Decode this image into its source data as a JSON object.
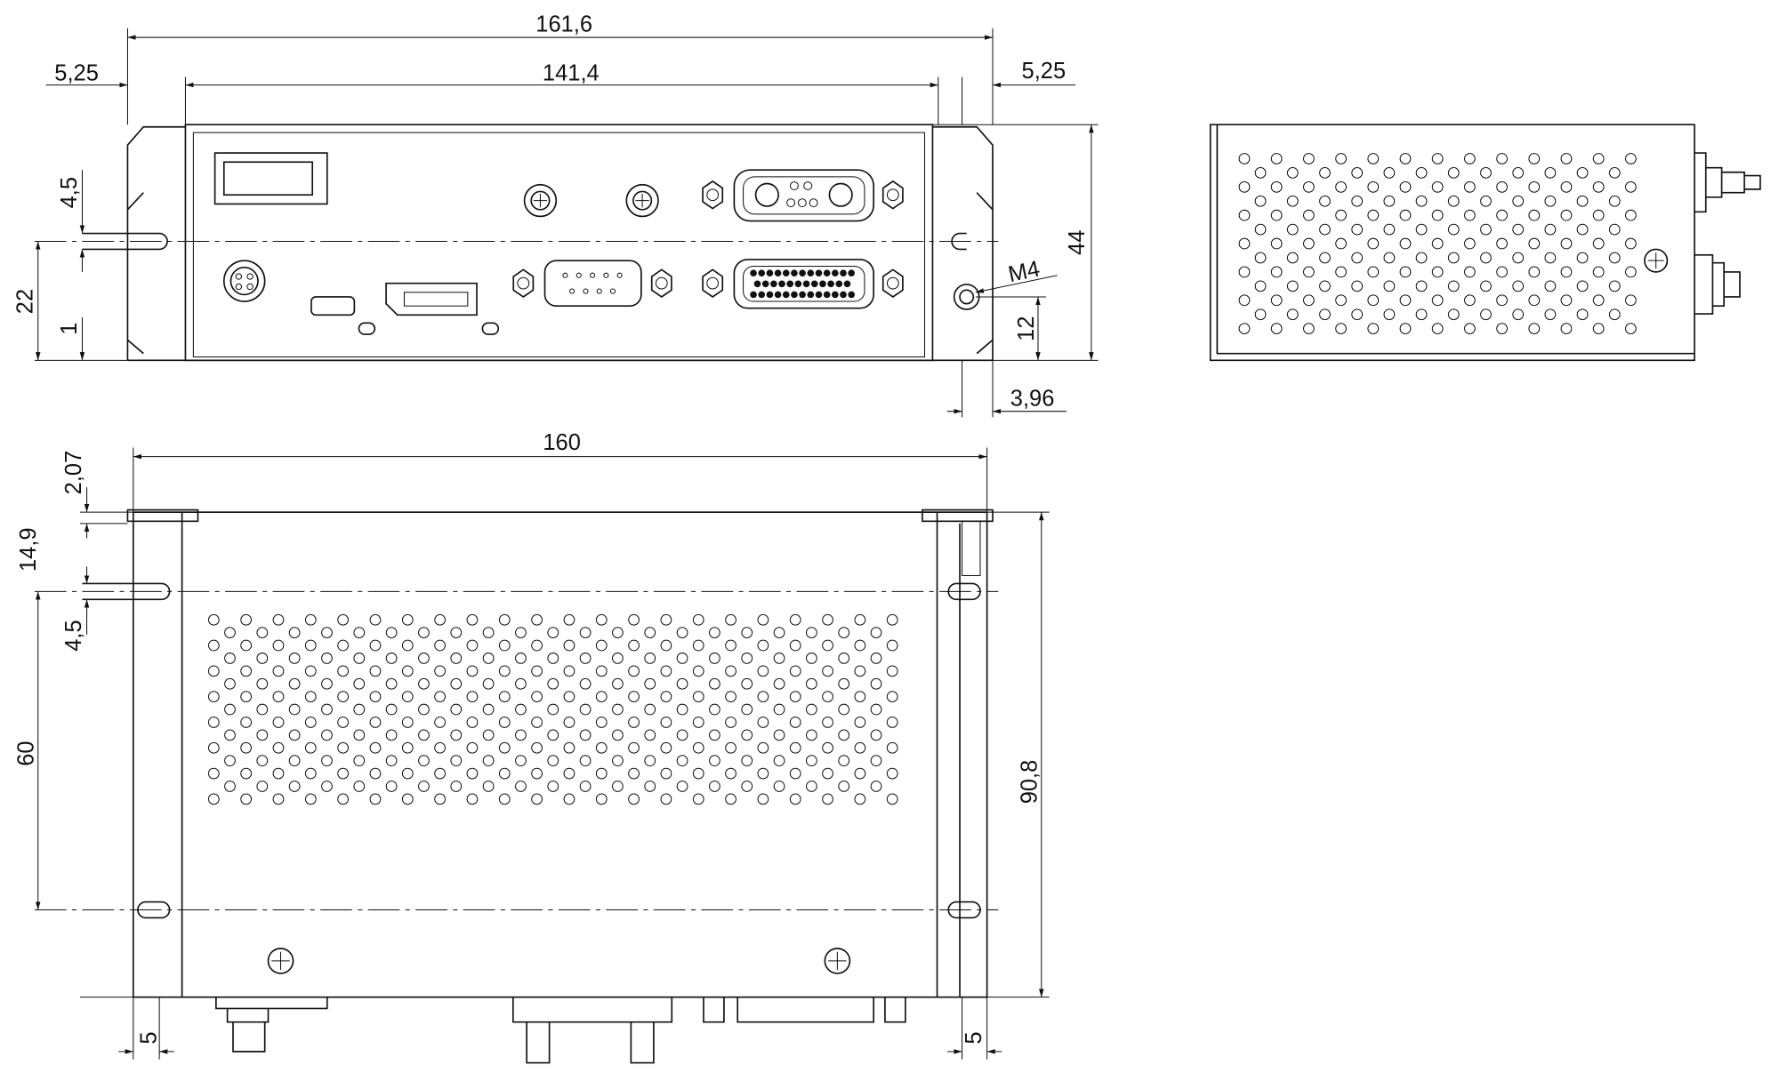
{
  "dimensions": {
    "overall_width": "161,6",
    "inner_width": "141,4",
    "flange_left": "5,25",
    "flange_right": "5,25",
    "height": "44",
    "centerline_height": "22",
    "slot_width_front": "4,5",
    "base_offset": "1",
    "screw_height": "12",
    "screw_offset": "3,96",
    "thread": "M4",
    "depth_width": "160",
    "top_offset": "2,07",
    "slot_offset": "14,9",
    "slot_width_bottom": "4,5",
    "slot_spacing": "60",
    "overall_depth": "90,8",
    "flange_bottom_left": "5",
    "flange_bottom_right": "5"
  },
  "colors": {
    "line": "#111111",
    "background": "#ffffff"
  }
}
